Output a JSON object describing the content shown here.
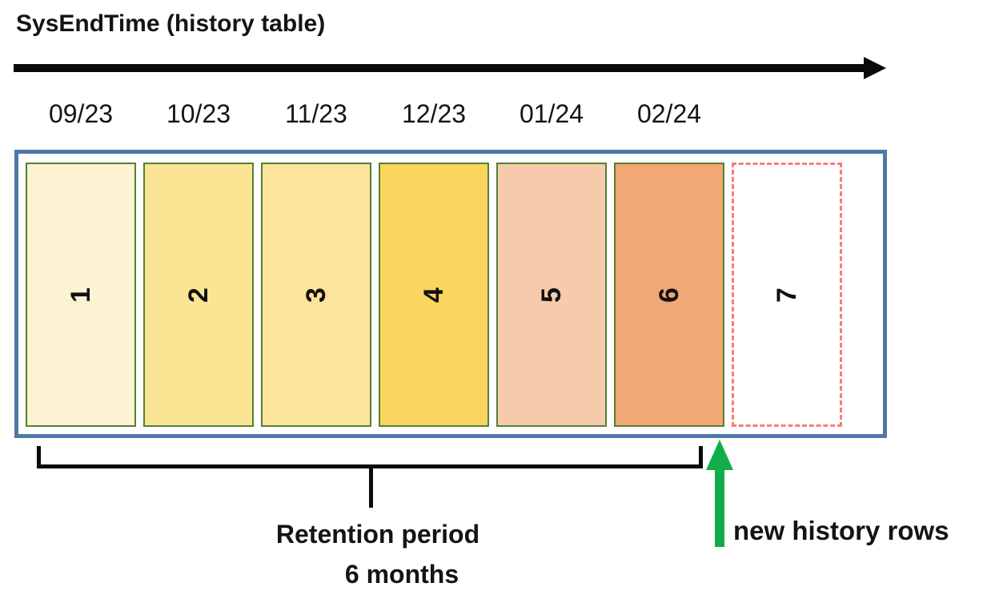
{
  "title": "SysEndTime (history table)",
  "months": [
    "09/23",
    "10/23",
    "11/23",
    "12/23",
    "01/24",
    "02/24"
  ],
  "partitions": [
    {
      "number": "1",
      "fill": "#FDF3D2",
      "border": "solid"
    },
    {
      "number": "2",
      "fill": "#FCE495",
      "border": "solid"
    },
    {
      "number": "3",
      "fill": "#FCE49A",
      "border": "solid"
    },
    {
      "number": "4",
      "fill": "#FAD55F",
      "border": "solid"
    },
    {
      "number": "5",
      "fill": "#F6CBAB",
      "border": "solid"
    },
    {
      "number": "6",
      "fill": "#F1A875",
      "border": "solid"
    },
    {
      "number": "7",
      "fill": "#FFFFFF",
      "border": "dashed"
    }
  ],
  "retention": {
    "line1": "Retention period",
    "line2": "6 months"
  },
  "new_rows_label": "new history rows",
  "icons": {
    "timeline_arrow": "black-right-arrow",
    "new_rows_arrow": "green-up-arrow"
  },
  "colors": {
    "outer_border": "#4E78A5",
    "partition_border": "#557F33",
    "dashed_border": "#F87E76",
    "timeline_arrow": "#0B0B0B",
    "bracket": "#0B0B0B",
    "green_arrow": "#10AD4B",
    "text": "#141414"
  }
}
